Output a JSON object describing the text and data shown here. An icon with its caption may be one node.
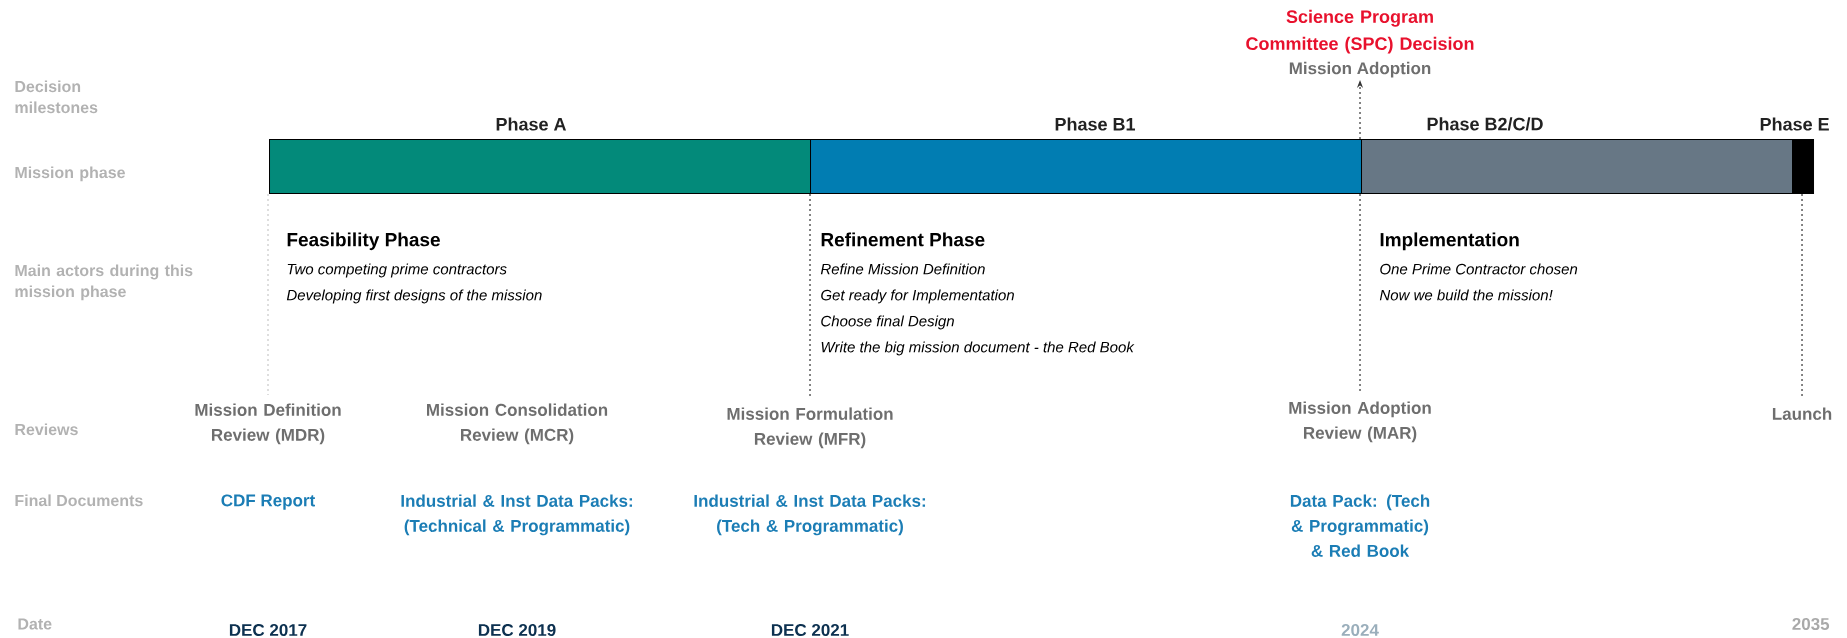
{
  "diagram": {
    "nodes": [
      {
        "text": [
          "Science Program Committee (SPC) Decision",
          "Mission Adoption"
        ]
      },
      {
        "text": [
          "Phase A"
        ]
      },
      {
        "text": [
          "Phase B1"
        ]
      },
      {
        "text": [
          "Phase B2/C/D"
        ]
      },
      {
        "text": [
          "Phase E"
        ]
      },
      {
        "text": [
          "Mission Definition Review (MDR)"
        ]
      },
      {
        "text": [
          "Mission Consolidation Review (MCR)"
        ]
      },
      {
        "text": [
          "Mission Formulation Review (MFR)"
        ]
      },
      {
        "text": [
          "Mission Adoption Review (MAR)"
        ]
      },
      {
        "text": [
          "Launch"
        ]
      }
    ],
    "edges": [
      {
        "from": 1,
        "to": 5,
        "arrow": "none",
        "style": "dashed",
        "color": "#c8c8c8"
      },
      {
        "from": 2,
        "to": 7,
        "arrow": "none",
        "style": "dashed"
      },
      {
        "from": 3,
        "to": 0,
        "arrow": "to",
        "style": "dashed"
      },
      {
        "from": 3,
        "to": 8,
        "arrow": "none",
        "style": "dashed"
      },
      {
        "from": 4,
        "to": 9,
        "arrow": "none",
        "style": "dashed"
      }
    ],
    "labels": [
      "Decision milestones",
      "Mission phase",
      "Main actors during this mission phase",
      "Feasibility Phase",
      "Two competing prime contractors",
      "Developing first designs of the mission",
      "Refinement Phase",
      "Refine Mission Definition",
      "Get ready for Implementation",
      "Choose final Design",
      "Write the big mission document - the Red Book",
      "Implementation",
      "One Prime Contractor chosen",
      "Now we build the mission!",
      "Reviews",
      "Final Documents",
      "CDF Report",
      "Industrial & Inst Data Packs: (Technical & Programmatic)",
      "Industrial & Inst Data Packs: (Tech & Programmatic)",
      "Data Pack: (Tech & Programmatic) & Red Book",
      "Date",
      "DEC 2017",
      "DEC 2019",
      "DEC 2021",
      "2024",
      "2035"
    ]
  }
}
